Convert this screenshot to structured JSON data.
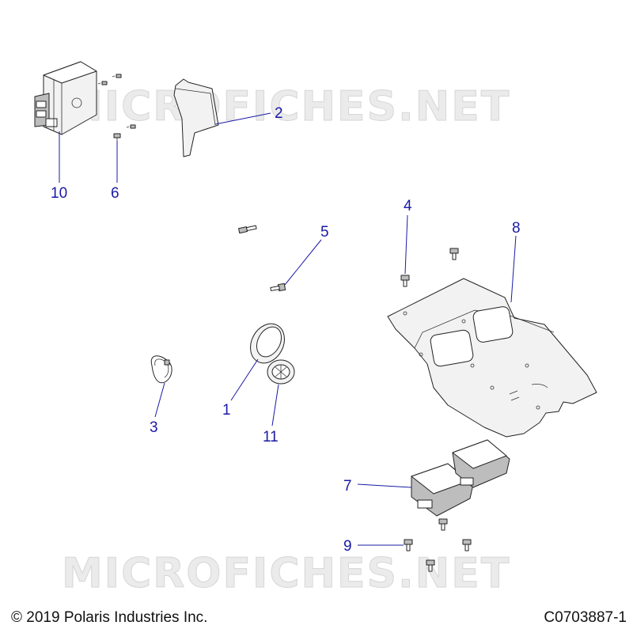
{
  "watermarks": [
    "MICROFICHES.NET",
    "MICROFICHES.NET"
  ],
  "callouts": {
    "c1": "1",
    "c2": "2",
    "c3": "3",
    "c4": "4",
    "c5": "5",
    "c6": "6",
    "c7": "7",
    "c8": "8",
    "c9": "9",
    "c10": "10",
    "c11": "11"
  },
  "footer": {
    "copyright": "© 2019 Polaris Industries Inc.",
    "figure_id": "C0703887-1"
  }
}
